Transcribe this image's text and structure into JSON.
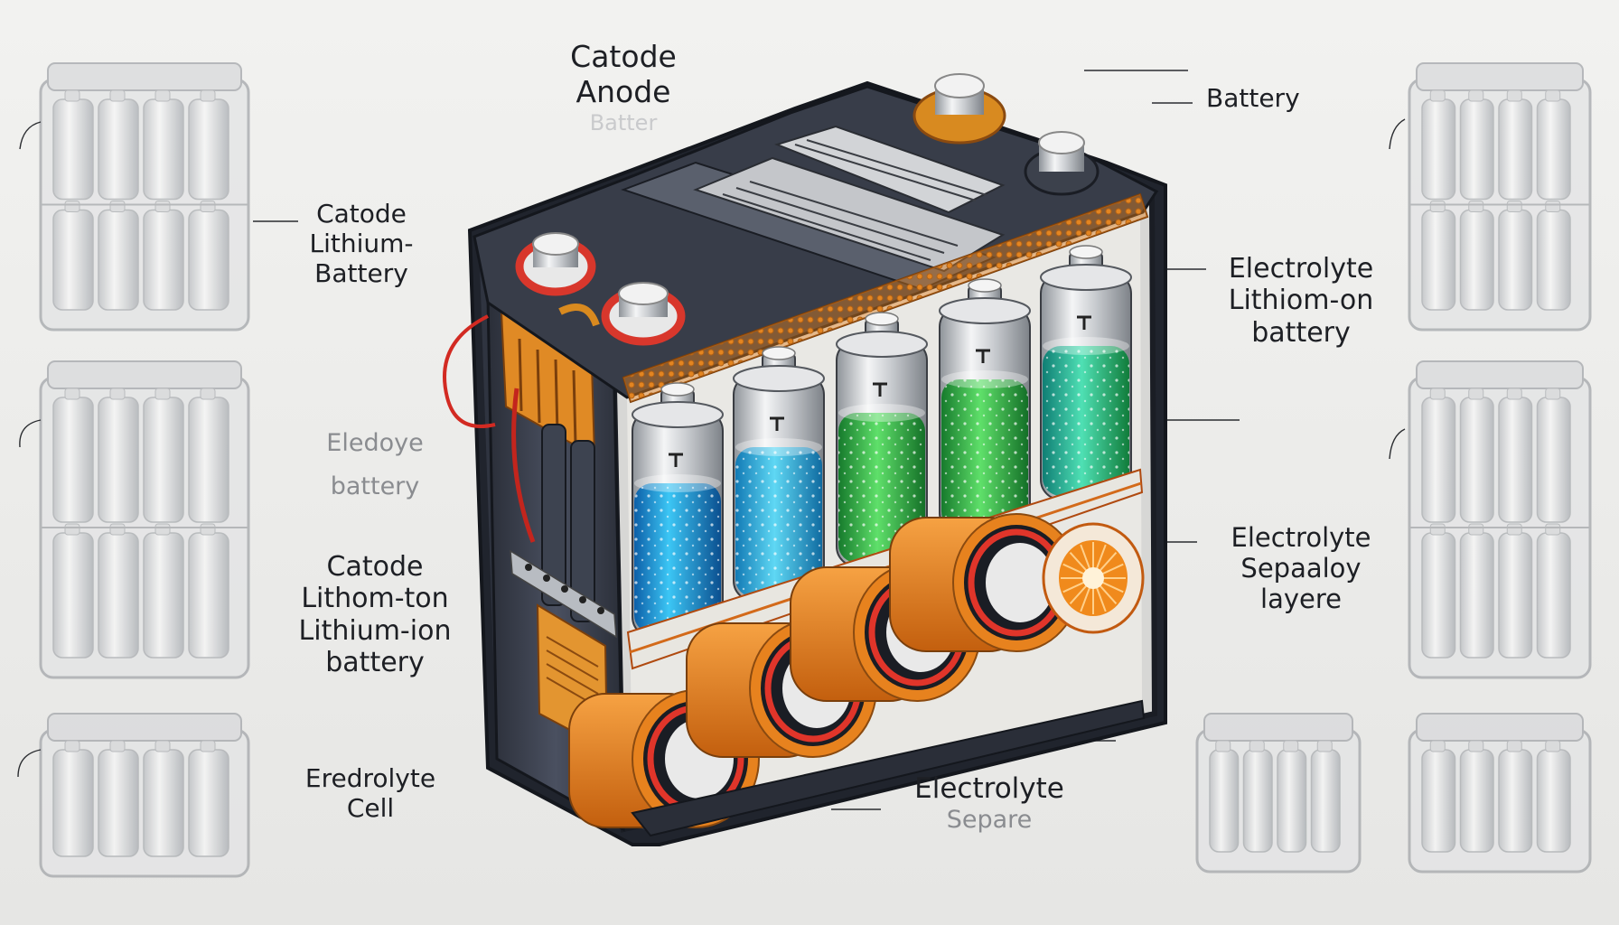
{
  "labels": {
    "top_center": {
      "line1": "Catode",
      "line2": "Anode",
      "line3": "Batter"
    },
    "top_right": {
      "line1": "Battery"
    },
    "left_1": {
      "line1": "Catode",
      "line2": "Lithium-",
      "line3": "Battery"
    },
    "left_2": {
      "line1": "Eledoye",
      "line2": "battery"
    },
    "left_3": {
      "line1": "Catode",
      "line2": "Lithom-ton",
      "line3": "Lithium-ion",
      "line4": "battery"
    },
    "left_4": {
      "line1": "Eredrolyte",
      "line2": "Cell"
    },
    "right_1": {
      "line1": "Electrolyte",
      "line2": "Lithiom-on",
      "line3": "battery"
    },
    "right_2": {
      "line1": "Electrolyte",
      "line2": "Sepaaloy",
      "line3": "layere"
    },
    "bottom_center": {
      "line1": "Electrolyte",
      "line2": "Separe"
    }
  },
  "colors": {
    "background": "#ededeb",
    "casing": "#3a3f4c",
    "frame_orange": "#e07f1c",
    "cell_blue": "#28a7e8",
    "cell_green": "#34b84c",
    "terminal_red": "#d8372c",
    "terminal_gold": "#d88a20",
    "text": "#1d1f24"
  }
}
